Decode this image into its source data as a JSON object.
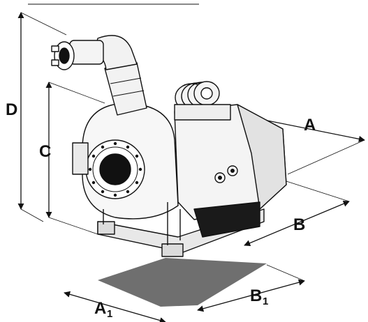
{
  "diagram": {
    "labels": {
      "A": "A",
      "B": "B",
      "C": "C",
      "D": "D",
      "A1_main": "A",
      "A1_sub": "1",
      "B1_main": "B",
      "B1_sub": "1"
    },
    "colors": {
      "ink": "#111111",
      "body_fill": "#f4f4f4",
      "shadow": "#6f6f6f",
      "dark": "#1a1a1a"
    }
  }
}
